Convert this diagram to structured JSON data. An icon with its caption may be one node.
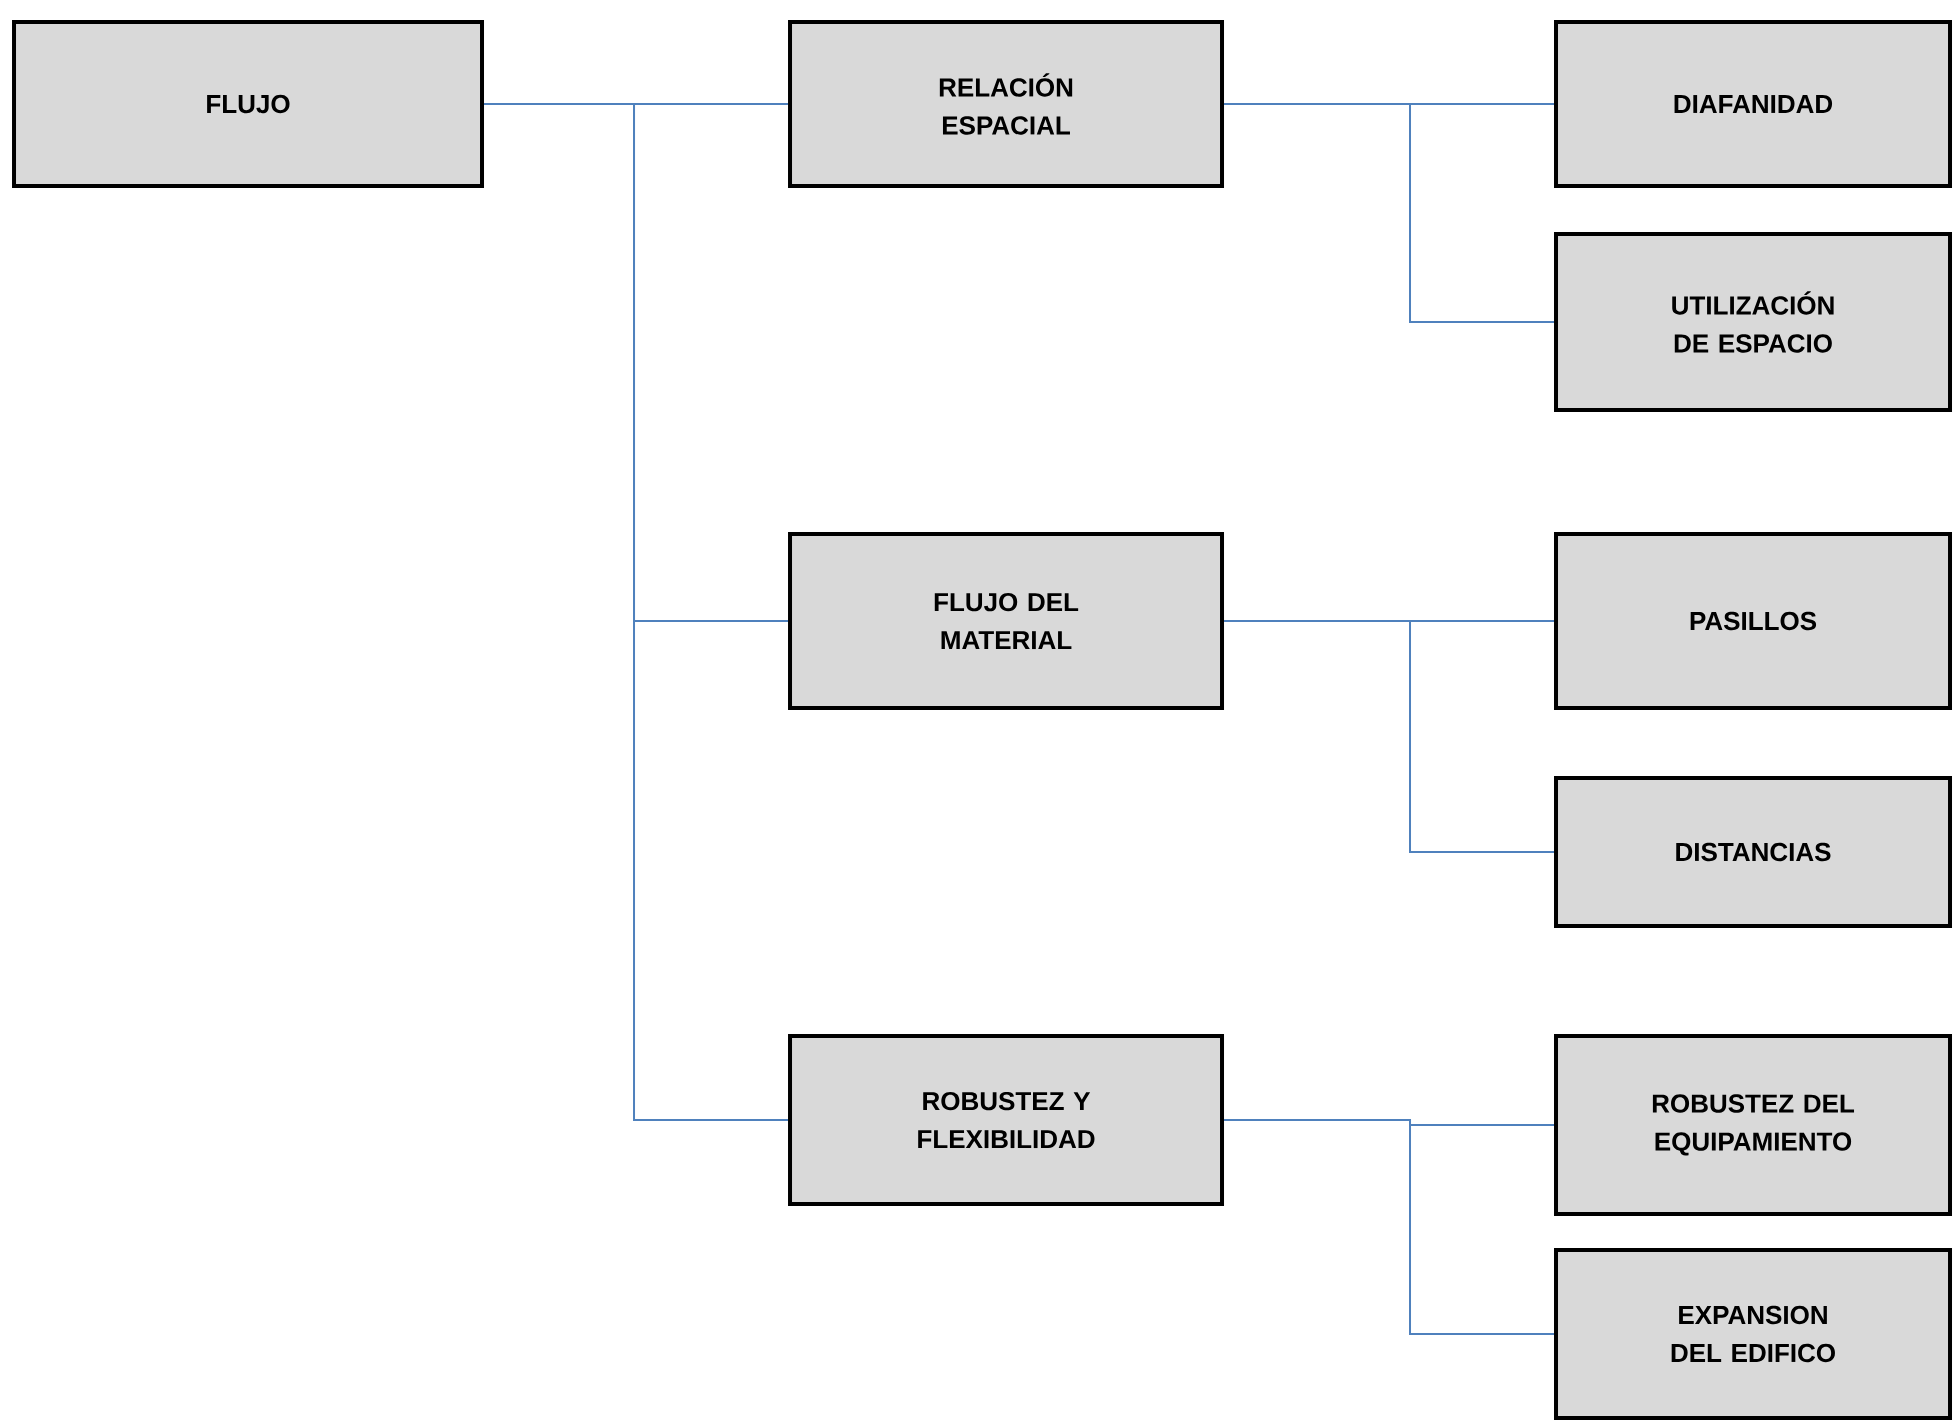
{
  "diagram": {
    "nodes": [
      {
        "text": [
          "FLUJO"
        ]
      },
      {
        "text": [
          "RELACIÓN ESPACIAL"
        ]
      },
      {
        "text": [
          "DIAFANIDAD"
        ]
      },
      {
        "text": [
          "UTILIZACIÓN DE ESPACIO"
        ]
      },
      {
        "text": [
          "FLUJO DEL MATERIAL"
        ]
      },
      {
        "text": [
          "PASILLOS"
        ]
      },
      {
        "text": [
          "DISTANCIAS"
        ]
      },
      {
        "text": [
          "ROBUSTEZ Y FLEXIBILIDAD"
        ]
      },
      {
        "text": [
          "ROBUSTEZ DEL EQUIPAMIENTO"
        ]
      },
      {
        "text": [
          "EXPANSION DEL EDIFICO"
        ]
      }
    ],
    "edges": [
      {
        "from": 0,
        "to": 1,
        "arrow": "none"
      },
      {
        "from": 0,
        "to": 4,
        "arrow": "none"
      },
      {
        "from": 0,
        "to": 7,
        "arrow": "none"
      },
      {
        "from": 1,
        "to": 2,
        "arrow": "none"
      },
      {
        "from": 1,
        "to": 3,
        "arrow": "none"
      },
      {
        "from": 4,
        "to": 5,
        "arrow": "none"
      },
      {
        "from": 4,
        "to": 6,
        "arrow": "none"
      },
      {
        "from": 7,
        "to": 8,
        "arrow": "none"
      },
      {
        "from": 7,
        "to": 9,
        "arrow": "none"
      }
    ]
  }
}
